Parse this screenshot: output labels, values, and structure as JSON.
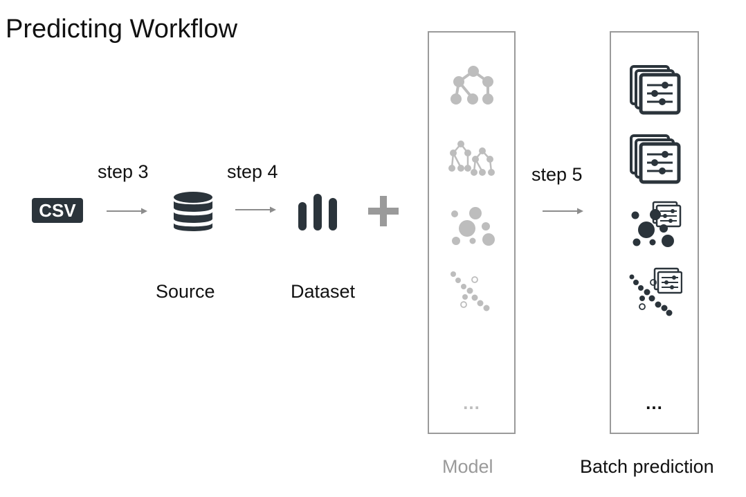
{
  "title": "Predicting Workflow",
  "steps": {
    "step3": "step 3",
    "step4": "step 4",
    "step5": "step 5"
  },
  "nodes": {
    "csv": "CSV",
    "source": "Source",
    "dataset": "Dataset"
  },
  "model_panel": {
    "label": "Model",
    "ellipsis": "...",
    "icons": [
      "tree-model-icon",
      "ensemble-model-icon",
      "cluster-model-icon",
      "anomaly-model-icon"
    ]
  },
  "batch_panel": {
    "label": "Batch prediction",
    "ellipsis": "...",
    "icons": [
      "batch-prediction-icon",
      "batch-ensemble-prediction-icon",
      "batch-centroid-icon",
      "batch-anomaly-score-icon"
    ]
  },
  "colors": {
    "dark": "#2b343b",
    "muted": "#bdbdbd",
    "arrow": "#8c8c8c",
    "panel_border": "#9a9a9a",
    "model_label": "#9a9a9a"
  }
}
